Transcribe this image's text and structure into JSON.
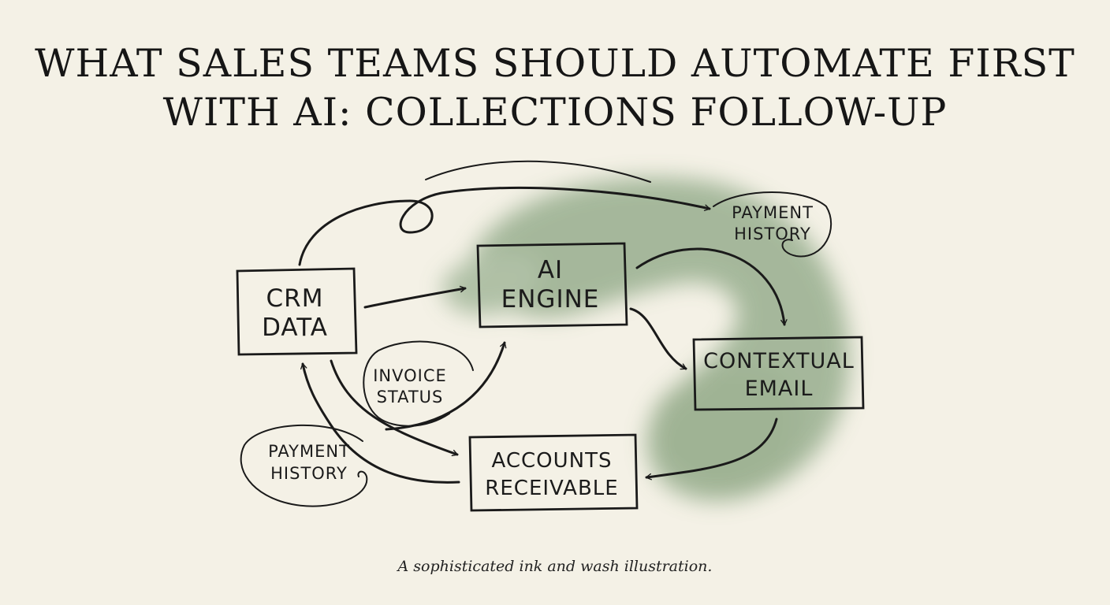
{
  "title": {
    "line1": "WHAT SALES TEAMS SHOULD AUTOMATE FIRST",
    "line2": "WITH AI: COLLECTIONS FOLLOW-UP"
  },
  "nodes": {
    "crm": {
      "line1": "CRM",
      "line2": "DATA"
    },
    "ai": {
      "line1": "AI",
      "line2": "ENGINE"
    },
    "email": {
      "line1": "CONTEXTUAL",
      "line2": "EMAIL"
    },
    "ar": {
      "line1": "ACCOUNTS",
      "line2": "RECEIVABLE"
    }
  },
  "labels": {
    "payment_history_top": {
      "line1": "PAYMENT",
      "line2": "HISTORY"
    },
    "invoice_status": {
      "line1": "INVOICE",
      "line2": "STATUS"
    },
    "payment_history_bottom": {
      "line1": "PAYMENT",
      "line2": "HISTORY"
    }
  },
  "caption": "A sophisticated ink and wash illustration.",
  "colors": {
    "paper": "#f4f1e6",
    "ink": "#1a1a1a",
    "wash": "#8fa886"
  }
}
